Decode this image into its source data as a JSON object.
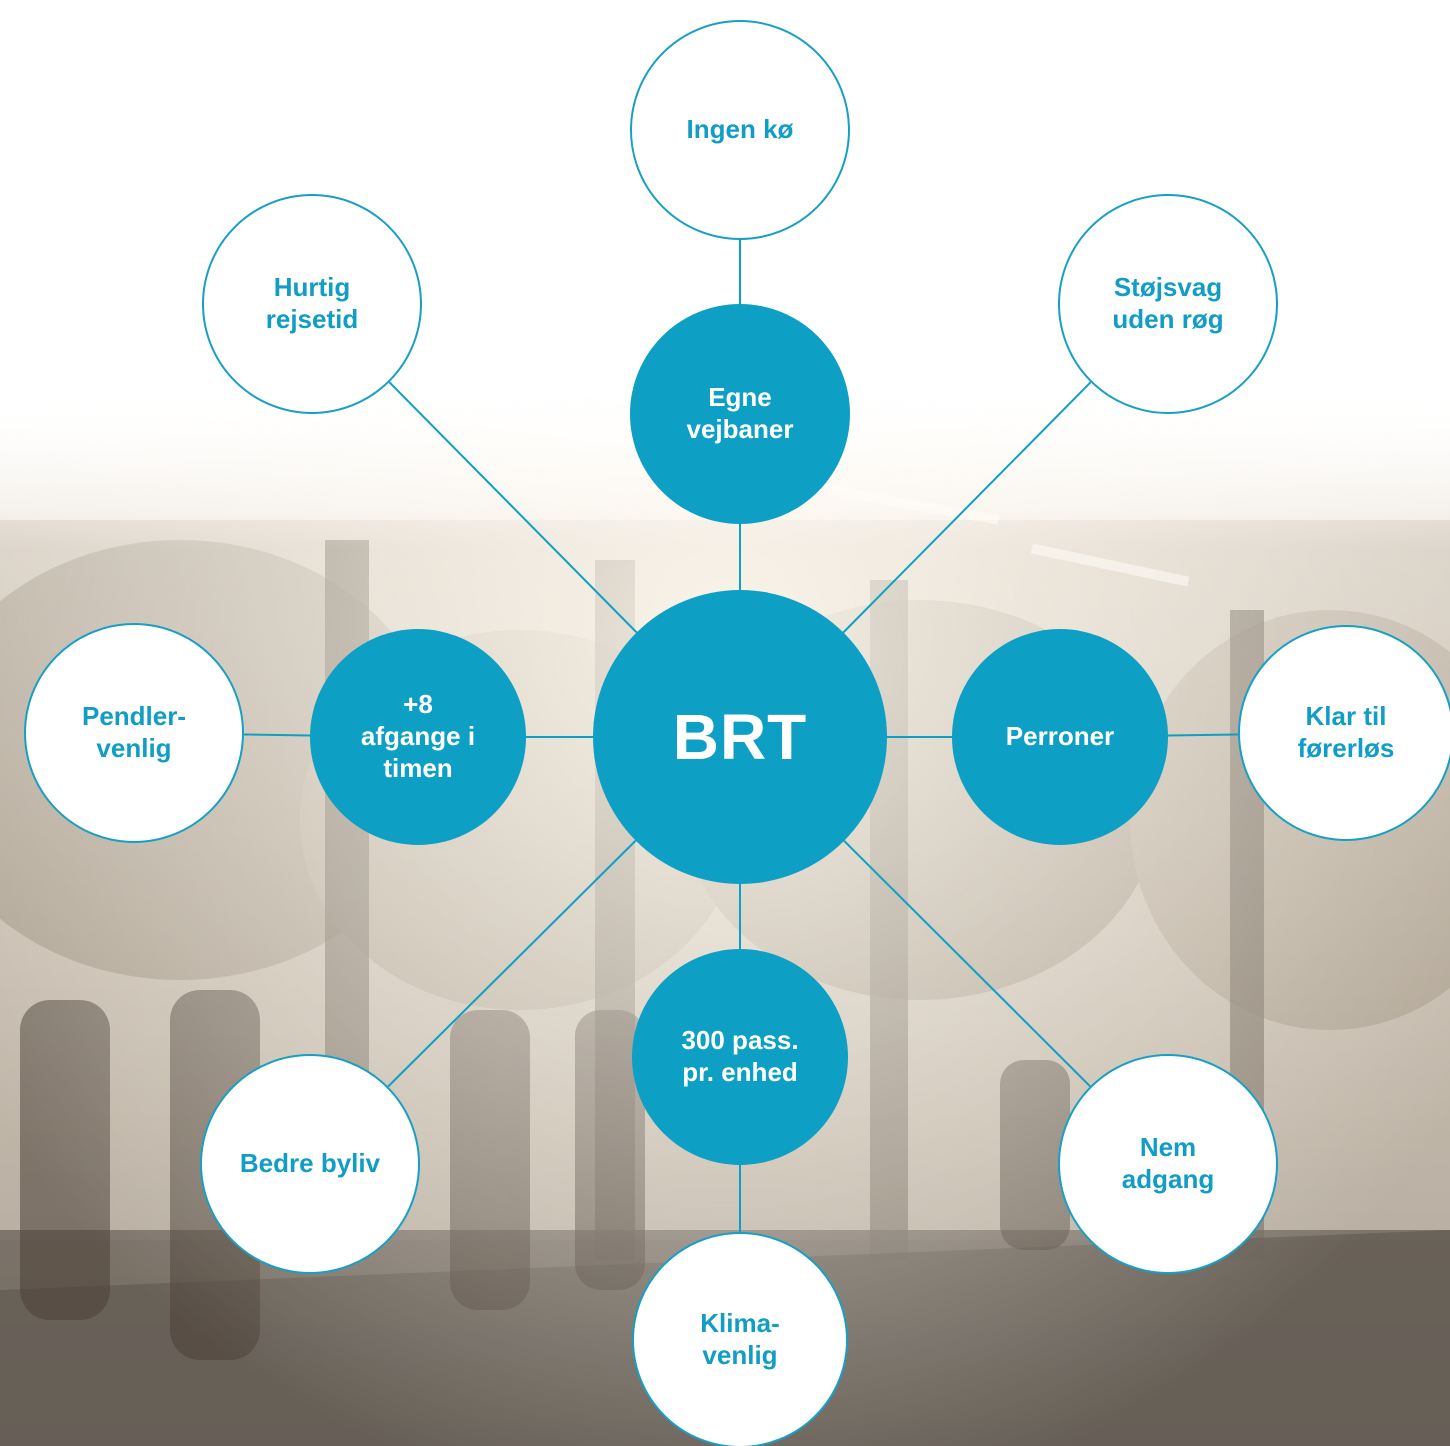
{
  "diagram": {
    "accent_color": "#0e9fc4",
    "center": {
      "id": "brt",
      "label": "BRT"
    },
    "inner_nodes": [
      {
        "id": "egne-vejbaner",
        "label": "Egne\nvejbaner"
      },
      {
        "id": "afgange",
        "label": "+8\nafgange i\ntimen"
      },
      {
        "id": "perroner",
        "label": "Perroner"
      },
      {
        "id": "passagerer",
        "label": "300 pass.\npr. enhed"
      }
    ],
    "outer_nodes": [
      {
        "id": "ingen-ko",
        "label": "Ingen kø"
      },
      {
        "id": "hurtig-rejsetid",
        "label": "Hurtig\nrejsetid"
      },
      {
        "id": "stojsvag",
        "label": "Støjsvag\nuden røg"
      },
      {
        "id": "pendlervenlig",
        "label": "Pendler-\nvenlig"
      },
      {
        "id": "forerlos",
        "label": "Klar til\nførerløs"
      },
      {
        "id": "bedre-byliv",
        "label": "Bedre byliv"
      },
      {
        "id": "nem-adgang",
        "label": "Nem\nadgang"
      },
      {
        "id": "klimavenlig",
        "label": "Klima-\nvenlig"
      }
    ],
    "links": [
      [
        "brt",
        "egne-vejbaner"
      ],
      [
        "egne-vejbaner",
        "ingen-ko"
      ],
      [
        "brt",
        "afgange"
      ],
      [
        "afgange",
        "pendlervenlig"
      ],
      [
        "brt",
        "perroner"
      ],
      [
        "perroner",
        "forerlos"
      ],
      [
        "brt",
        "passagerer"
      ],
      [
        "passagerer",
        "klimavenlig"
      ],
      [
        "brt",
        "hurtig-rejsetid"
      ],
      [
        "brt",
        "stojsvag"
      ],
      [
        "brt",
        "bedre-byliv"
      ],
      [
        "brt",
        "nem-adgang"
      ]
    ]
  }
}
